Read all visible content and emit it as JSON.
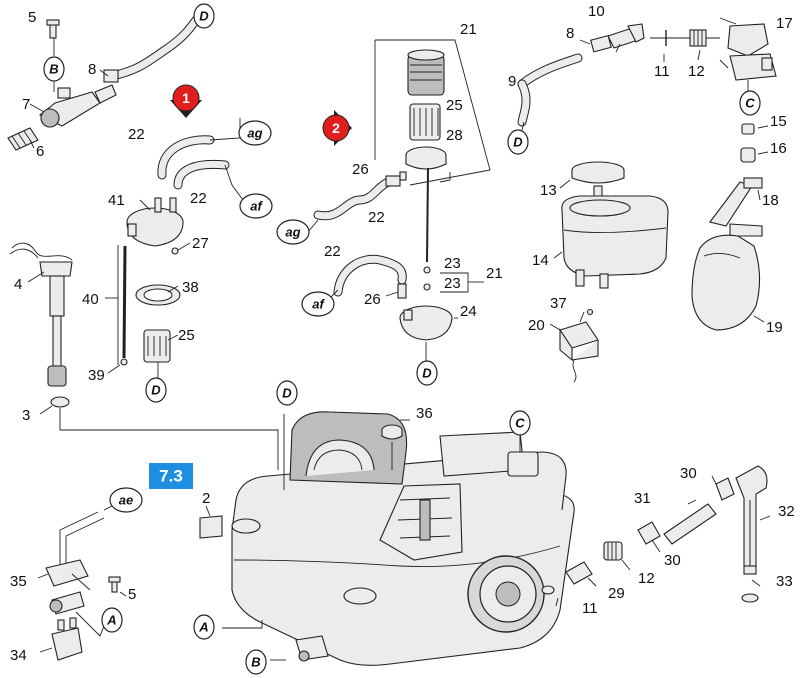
{
  "steps": [
    "1",
    "2"
  ],
  "section_badge": "7.3",
  "part_labels": {
    "p5a": "5",
    "p8a": "8",
    "p7": "7",
    "p6": "6",
    "p22a": "22",
    "p22b": "22",
    "p41": "41",
    "p27": "27",
    "p40": "40",
    "p38": "38",
    "p25a": "25",
    "p39": "39",
    "p4": "4",
    "p3": "3",
    "p21a": "21",
    "p25b": "25",
    "p28": "28",
    "p26a": "26",
    "p22c": "22",
    "p22d": "22",
    "p26b": "26",
    "p23a": "23",
    "p23b": "23",
    "p21b": "21",
    "p24": "24",
    "p10": "10",
    "p17": "17",
    "p8b": "8",
    "p11a": "11",
    "p12a": "12",
    "p9": "9",
    "p15": "15",
    "p16": "16",
    "p13": "13",
    "p18": "18",
    "p14": "14",
    "p37": "37",
    "p20": "20",
    "p19": "19",
    "p36": "36",
    "p2": "2",
    "p30a": "30",
    "p31": "31",
    "p32": "32",
    "p30b": "30",
    "p12b": "12",
    "p29": "29",
    "p11b": "11",
    "p33": "33",
    "p35": "35",
    "p5b": "5",
    "p34": "34"
  },
  "ref_letters": {
    "d_top": "D",
    "b_left": "B",
    "c_right": "C",
    "d_right": "D",
    "ag_top": "ag",
    "af_top": "af",
    "ag_mid": "ag",
    "af_mid": "af",
    "d_filter": "D",
    "d_24": "D",
    "d_body": "D",
    "c_body": "C",
    "ae": "ae",
    "a_left": "A",
    "a_body": "A",
    "b_body": "B"
  },
  "colors": {
    "step_badge": "#e01e1e",
    "section_badge": "#1e8fe0",
    "line": "#222222",
    "part_fill": "#ececec"
  }
}
